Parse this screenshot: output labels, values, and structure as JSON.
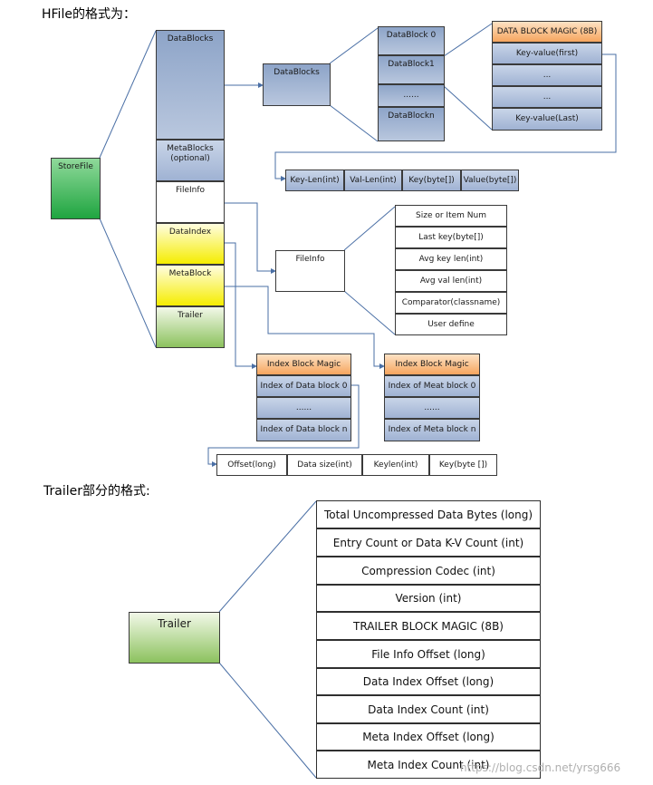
{
  "titles": {
    "hfile_format": "HFile的格式为：",
    "trailer_format": "Trailer部分的格式:"
  },
  "storefile": "StoreFile",
  "column": {
    "datablocks": "DataBlocks",
    "metablocks": "MetaBlocks\n(optional)",
    "fileinfo": "FileInfo",
    "dataindex": "DataIndex",
    "metablock": "MetaBlock",
    "trailer": "Trailer"
  },
  "datablocks_box": "DataBlocks",
  "datablock_list": [
    "DataBlock 0",
    "DataBlock1",
    "......",
    "DataBlockn"
  ],
  "datablock_detail": [
    "DATA BLOCK MAGIC (8B)",
    "Key-value(first)",
    "...",
    "...",
    "Key-value(Last)"
  ],
  "keyvalue_fields": [
    "Key-Len(int)",
    "Val-Len(int)",
    "Key(byte[])",
    "Value(byte[])"
  ],
  "fileinfo_box": "FileInfo",
  "fileinfo_fields": [
    "Size or Item Num",
    "Last key(byte[])",
    "Avg key len(int)",
    "Avg val len(int)",
    "Comparator(classname)",
    "User define"
  ],
  "data_index": [
    "Index Block Magic",
    "Index of Data block 0",
    "......",
    "Index of Data block n"
  ],
  "meta_index": [
    "Index Block Magic",
    "Index of Meat block 0",
    "......",
    "Index of Meta block n"
  ],
  "index_fields": [
    "Offset(long)",
    "Data size(int)",
    "Keylen(int)",
    "Key(byte [])"
  ],
  "trailer_box": "Trailer",
  "trailer_fields": [
    "Total Uncompressed Data Bytes (long)",
    "Entry Count or Data K-V Count (int)",
    "Compression Codec (int)",
    "Version (int)",
    "TRAILER BLOCK MAGIC (8B)",
    "File Info Offset (long)",
    "Data Index Offset (long)",
    "Data Index Count (int)",
    "Meta Index Offset (long)",
    "Meta Index Count (int)"
  ],
  "watermark": "https://blog.csdn.net/yrsg666"
}
